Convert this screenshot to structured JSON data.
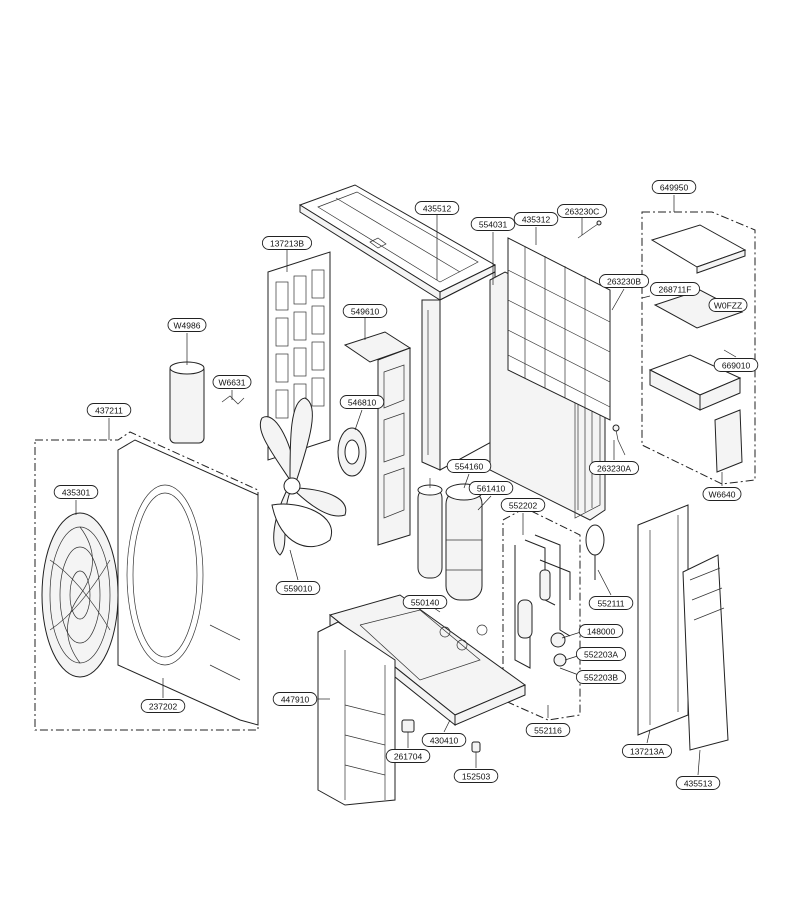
{
  "labels": {
    "p649950": "649950",
    "p435512": "435512",
    "p554031": "554031",
    "p435312": "435312",
    "p263230C": "263230C",
    "p137213B": "137213B",
    "p263230B": "263230B",
    "p268711F": "268711F",
    "pW0FZZ": "W0FZZ",
    "p549610": "549610",
    "pW4986": "W4986",
    "p669010": "669010",
    "pW6631": "W6631",
    "p546810": "546810",
    "p437211": "437211",
    "p263230A": "263230A",
    "p554160": "554160",
    "p561410": "561410",
    "p435301": "435301",
    "p552202": "552202",
    "pW6640": "W6640",
    "p559010": "559010",
    "p552111": "552111",
    "p550140": "550140",
    "p148000": "148000",
    "p552203A": "552203A",
    "p552203B": "552203B",
    "p447910": "447910",
    "p237202": "237202",
    "p552116": "552116",
    "p430410": "430410",
    "p137213A": "137213A",
    "p261704": "261704",
    "p152503": "152503",
    "p435513": "435513"
  }
}
